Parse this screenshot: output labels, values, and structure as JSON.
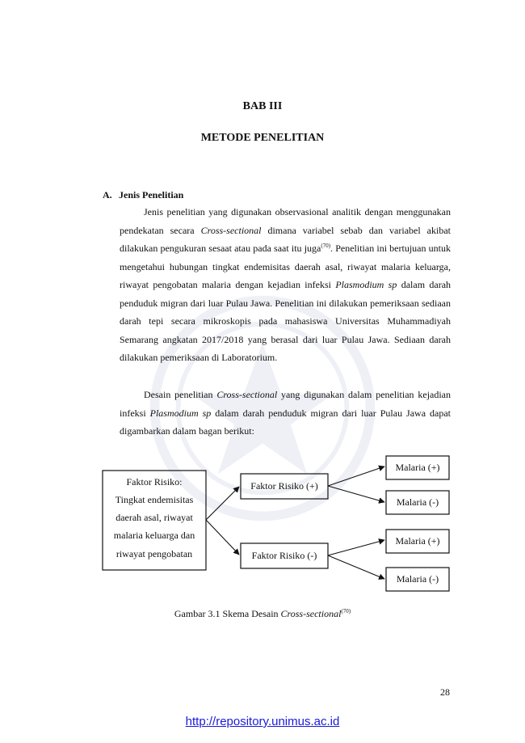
{
  "chapter": {
    "number": "BAB III",
    "title": "METODE PENELITIAN"
  },
  "section": {
    "marker": "A.",
    "title": "Jenis Penelitian"
  },
  "paragraph1": {
    "s1": "Jenis penelitian yang digunakan observasional analitik dengan menggunakan pendekatan secara ",
    "s1_italic": "Cross-sectional",
    "s2": " dimana variabel sebab dan variabel akibat dilakukan pengukuran sesaat atau pada saat itu juga",
    "ref": "(70)",
    "s3": ". Penelitian ini bertujuan untuk mengetahui hubungan tingkat endemisitas daerah asal, riwayat malaria keluarga, riwayat pengobatan malaria dengan kejadian infeksi ",
    "s3_italic": "Plasmodium sp",
    "s4": " dalam darah penduduk migran dari luar Pulau Jawa. Penelitian ini dilakukan pemeriksaan sediaan darah tepi secara mikroskopis pada mahasiswa Universitas Muhammadiyah Semarang angkatan 2017/2018 yang berasal dari luar Pulau Jawa. Sediaan darah dilakukan pemeriksaan di Laboratorium."
  },
  "paragraph2": {
    "s1": "Desain penelitian ",
    "s1_italic": "Cross-sectional",
    "s2": " yang digunakan dalam penelitian kejadian infeksi ",
    "s2_italic": "Plasmodium sp",
    "s3": " dalam darah penduduk migran dari luar Pulau Jawa dapat digambarkan dalam bagan berikut:"
  },
  "diagram": {
    "risk_box_lines": [
      "Faktor Risiko:",
      "Tingkat endemisitas",
      "daerah asal, riwayat",
      "malaria keluarga dan",
      "riwayat pengobatan"
    ],
    "factor_positive": "Faktor Risiko (+)",
    "factor_negative": "Faktor Risiko (-)",
    "outcome_pos_1": "Malaria (+)",
    "outcome_neg_1": "Malaria (-)",
    "outcome_pos_2": "Malaria (+)",
    "outcome_neg_2": "Malaria (-)"
  },
  "caption": {
    "text": "Gambar 3.1 Skema Desain ",
    "italic": "Cross-sectional",
    "ref": "(70)"
  },
  "page_number": "28",
  "footer_link": "http://repository.unimus.ac.id"
}
